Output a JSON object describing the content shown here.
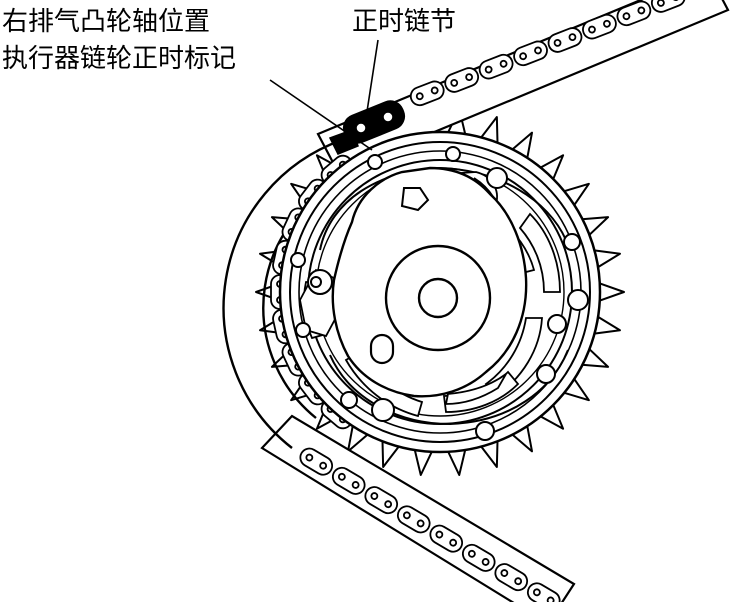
{
  "labels": {
    "cam_mark_line1": "右排气凸轮轴位置",
    "cam_mark_line2": "执行器链轮正时标记",
    "timing_chain_link": "正时链节"
  },
  "colors": {
    "ink": "#000000",
    "paper": "#ffffff",
    "timing_link_fill": "#000000"
  }
}
